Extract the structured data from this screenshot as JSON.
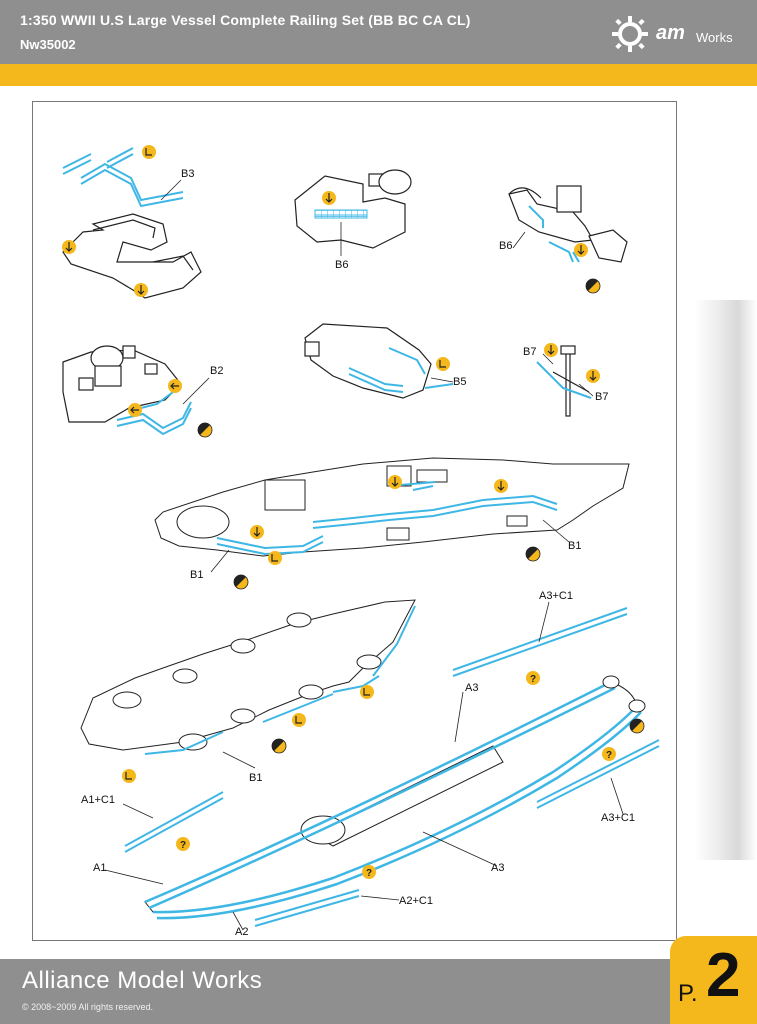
{
  "header": {
    "title": "1:350 WWII U.S Large Vessel Complete Railing Set (BB BC CA CL)",
    "code": "Nw35002",
    "logo_text": "am",
    "logo_works": "Works"
  },
  "labels": {
    "b3": "B3",
    "b6a": "B6",
    "b6b": "B6",
    "b2": "B2",
    "b5": "B5",
    "b7a": "B7",
    "b7b": "B7",
    "b1a": "B1",
    "b1b": "B1",
    "b1c": "B1",
    "a3c1a": "A3+C1",
    "a3": "A3",
    "a1c1": "A1+C1",
    "a3c1b": "A3+C1",
    "a1": "A1",
    "a3b": "A3",
    "a2c1": "A2+C1",
    "a2": "A2"
  },
  "footer": {
    "brand": "Alliance Model Works",
    "copyright": "© 2008~2009 All rights reserved.",
    "page_prefix": "P.",
    "page_number": "2"
  },
  "colors": {
    "header_gray": "#8f8f8f",
    "accent_yellow": "#f5b81c",
    "railing_blue": "#3fb7e5"
  }
}
